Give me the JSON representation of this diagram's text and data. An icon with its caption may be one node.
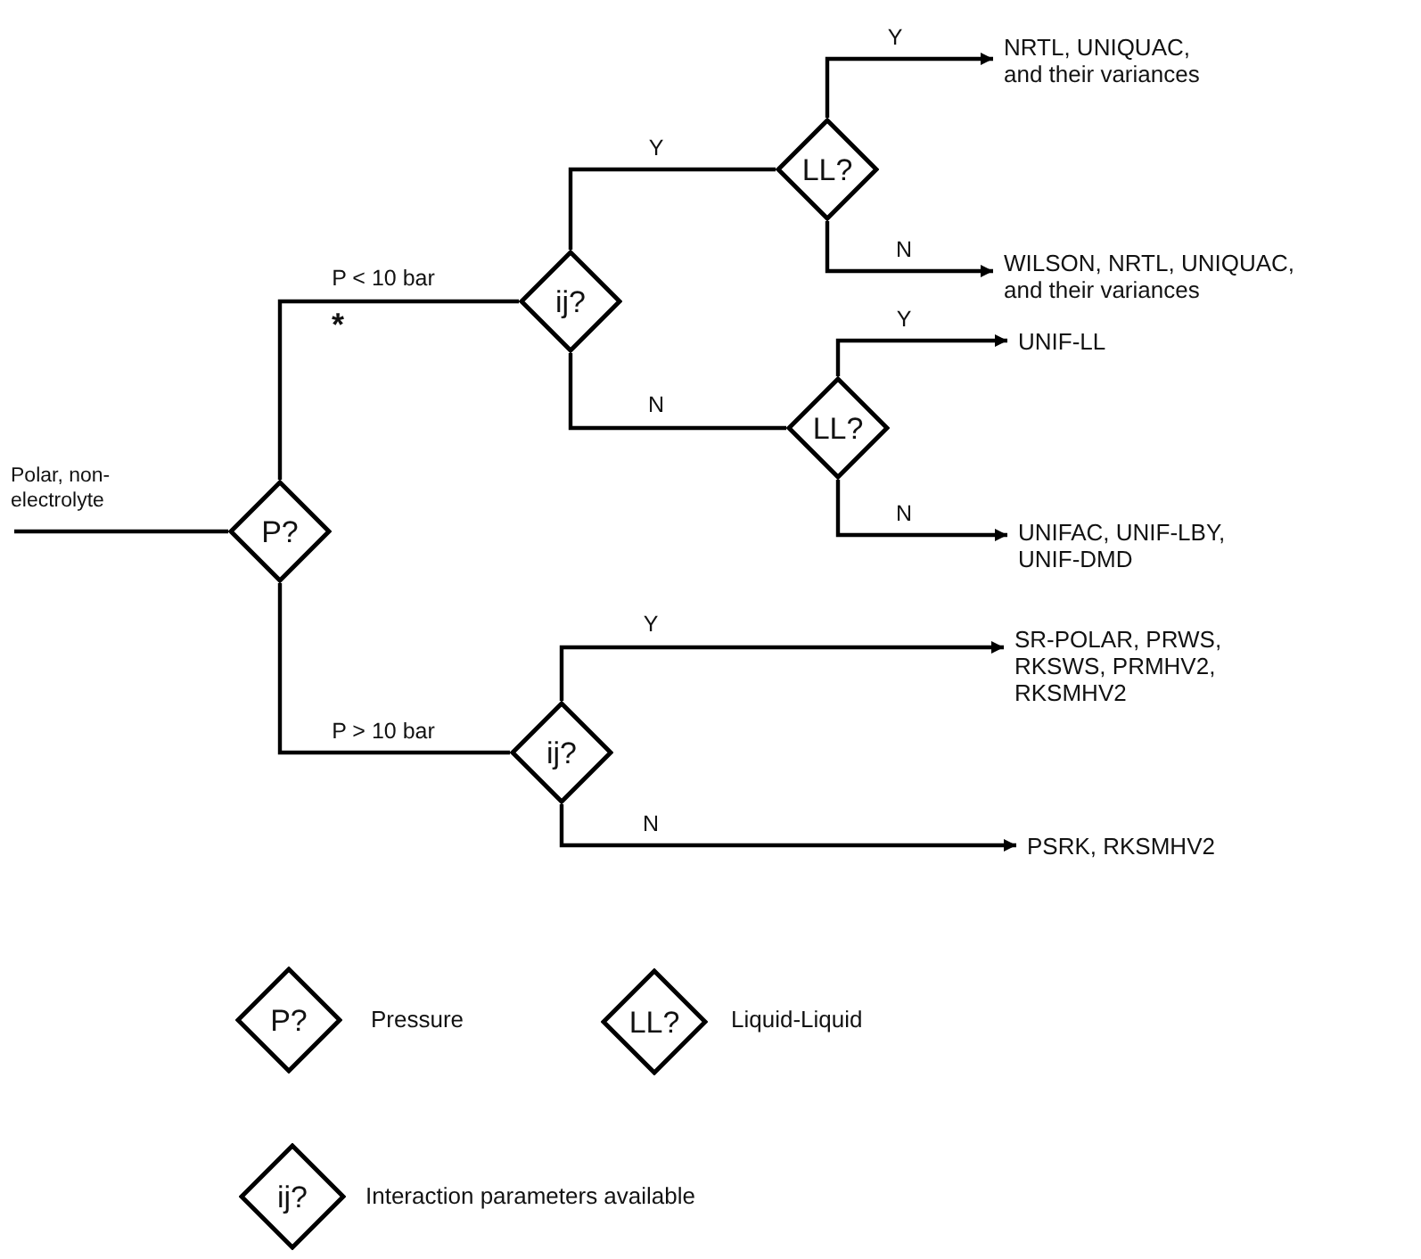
{
  "diagram": {
    "nodes": [
      {
        "text": [
          "P?"
        ]
      },
      {
        "text": [
          "ij?"
        ]
      },
      {
        "text": [
          "LL?"
        ]
      },
      {
        "text": [
          "NRTL, UNIQUAC, and their variances"
        ]
      },
      {
        "text": [
          "WILSON, NRTL, UNIQUAC, and their variances"
        ]
      },
      {
        "text": [
          "LL?"
        ]
      },
      {
        "text": [
          "UNIF-LL"
        ]
      },
      {
        "text": [
          "UNIFAC, UNIF-LBY, UNIF-DMD"
        ]
      },
      {
        "text": [
          "ij?"
        ]
      },
      {
        "text": [
          "SR-POLAR, PRWS, RKSWS, PRMHV2, RKSMHV2"
        ]
      },
      {
        "text": [
          "PSRK, RKSMHV2"
        ]
      },
      {
        "text": [
          "P?"
        ],
        "beside": [
          "Pressure"
        ]
      },
      {
        "text": [
          "LL?"
        ],
        "beside": [
          "Liquid-Liquid"
        ]
      },
      {
        "text": [
          "ij?"
        ],
        "beside": [
          "Interaction parameters available"
        ]
      }
    ],
    "edges": [
      {
        "from": null,
        "to": 0,
        "arrow": "none",
        "label": "Polar, non-electrolyte"
      },
      {
        "from": 0,
        "to": 1,
        "arrow": "none",
        "label": "P < 10 bar"
      },
      {
        "from": 1,
        "to": 2,
        "arrow": "none",
        "label": "Y"
      },
      {
        "from": 2,
        "to": 3,
        "arrow": "to",
        "label": "Y"
      },
      {
        "from": 2,
        "to": 4,
        "arrow": "to",
        "label": "N"
      },
      {
        "from": 1,
        "to": 5,
        "arrow": "none",
        "label": "N"
      },
      {
        "from": 5,
        "to": 6,
        "arrow": "to",
        "label": "Y"
      },
      {
        "from": 5,
        "to": 7,
        "arrow": "to",
        "label": "N"
      },
      {
        "from": 0,
        "to": 8,
        "arrow": "none",
        "label": "P > 10 bar"
      },
      {
        "from": 8,
        "to": 9,
        "arrow": "to",
        "label": "Y"
      },
      {
        "from": 8,
        "to": 10,
        "arrow": "to",
        "label": "N"
      }
    ],
    "labels": [
      "*"
    ]
  }
}
